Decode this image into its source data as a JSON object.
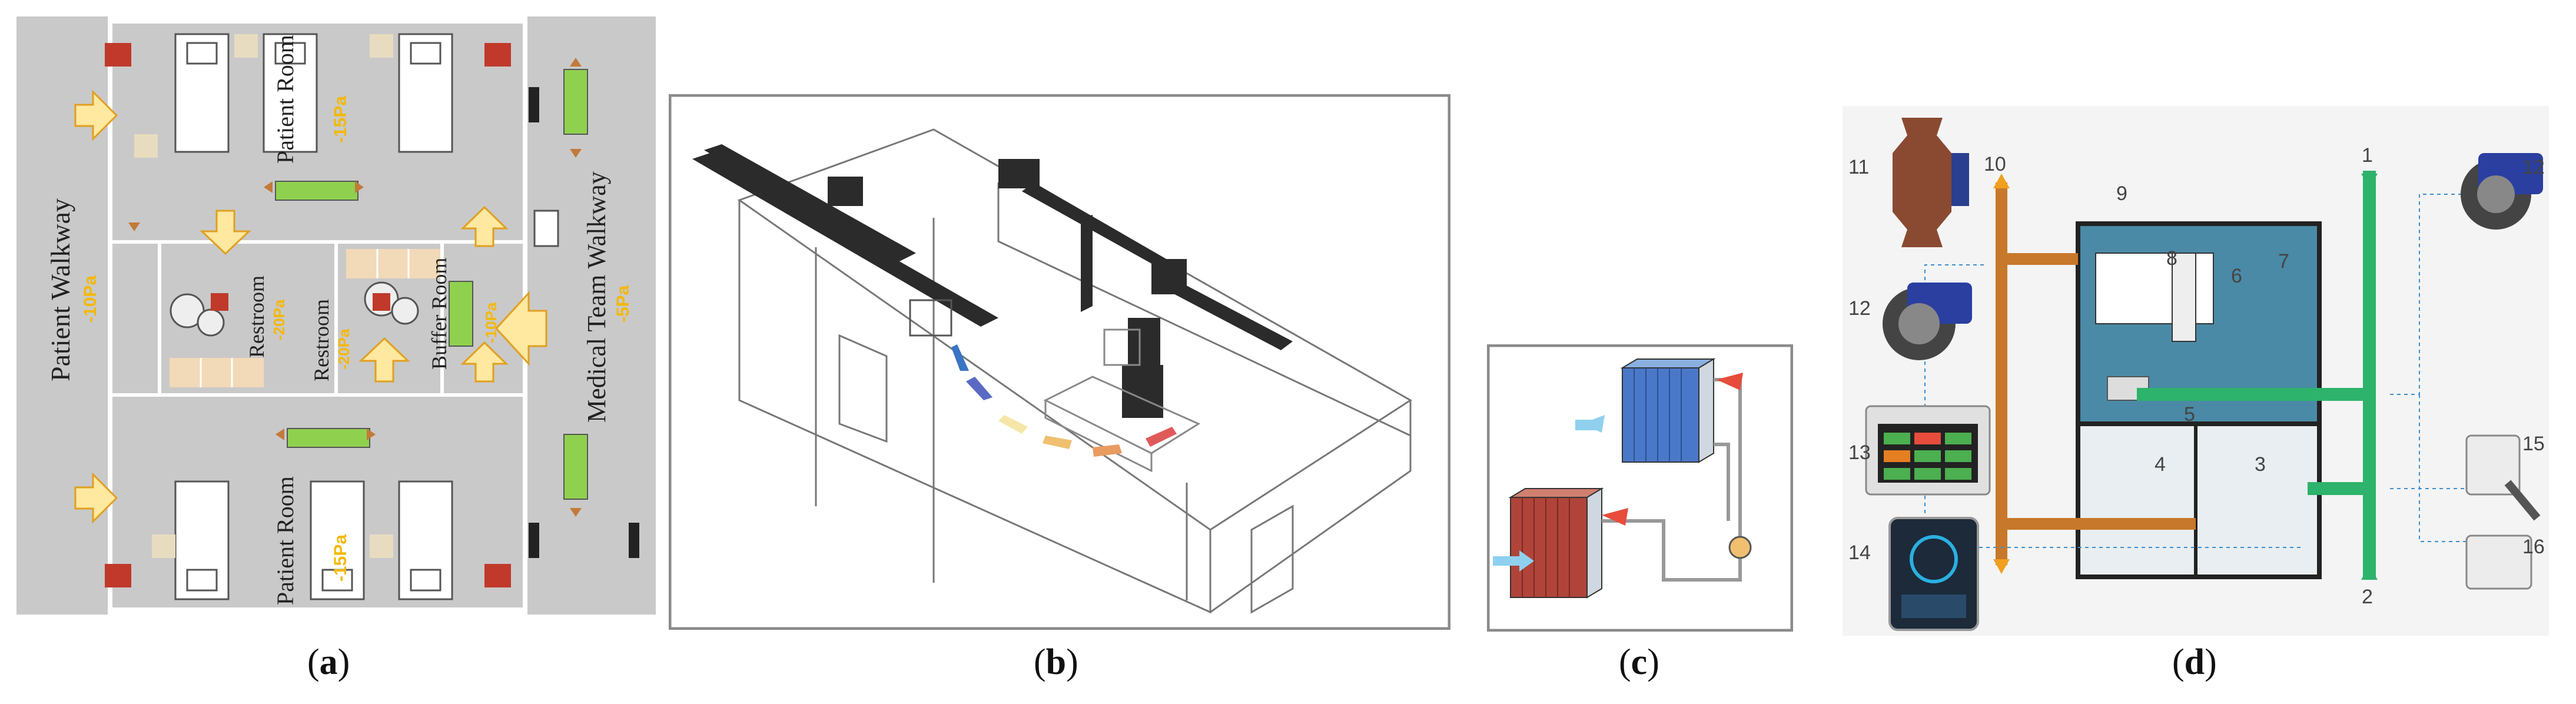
{
  "panel_a": {
    "labels": {
      "patient_walkway": "Patient Walkway",
      "patient_walkway_p": "-10Pa",
      "patient_room_top": "Patient Room",
      "patient_room_top_p": "-15Pa",
      "patient_room_bottom": "Patient Room",
      "patient_room_bottom_p": "-15Pa",
      "restroom_1": "Restroom",
      "restroom_1_p": "-20Pa",
      "restroom_2": "Restroom",
      "restroom_2_p": "-20Pa",
      "buffer_room": "Buffer Room",
      "buffer_room_p": "-10Pa",
      "medical_team_walkway": "Medical Team Walkway",
      "medical_team_walkway_p": "-5Pa"
    },
    "caption": "a"
  },
  "panel_b": {
    "caption": "b"
  },
  "panel_c": {
    "caption": "c"
  },
  "panel_d": {
    "numbers": {
      "n1": "1",
      "n2": "2",
      "n3": "3",
      "n4": "4",
      "n5": "5",
      "n6": "6",
      "n7": "7",
      "n8": "8",
      "n9": "9",
      "n10": "10",
      "n11": "11",
      "n12a": "12",
      "n12b": "12",
      "n13": "13",
      "n14": "14",
      "n15": "15",
      "n16": "16"
    },
    "caption": "d"
  },
  "colors": {
    "supply_arrow": "#ffe8a0",
    "exhaust_arrow": "#c0392b",
    "pressure_label": "#f5b800",
    "ahu_green": "#8fd14f",
    "duct_dark": "#2b2b2b",
    "coil_blue": "#4a78c8",
    "coil_red": "#b0443a",
    "pipe_green": "#2db36b",
    "pipe_orange": "#c8782a",
    "room_teal": "#3f7f9a"
  }
}
